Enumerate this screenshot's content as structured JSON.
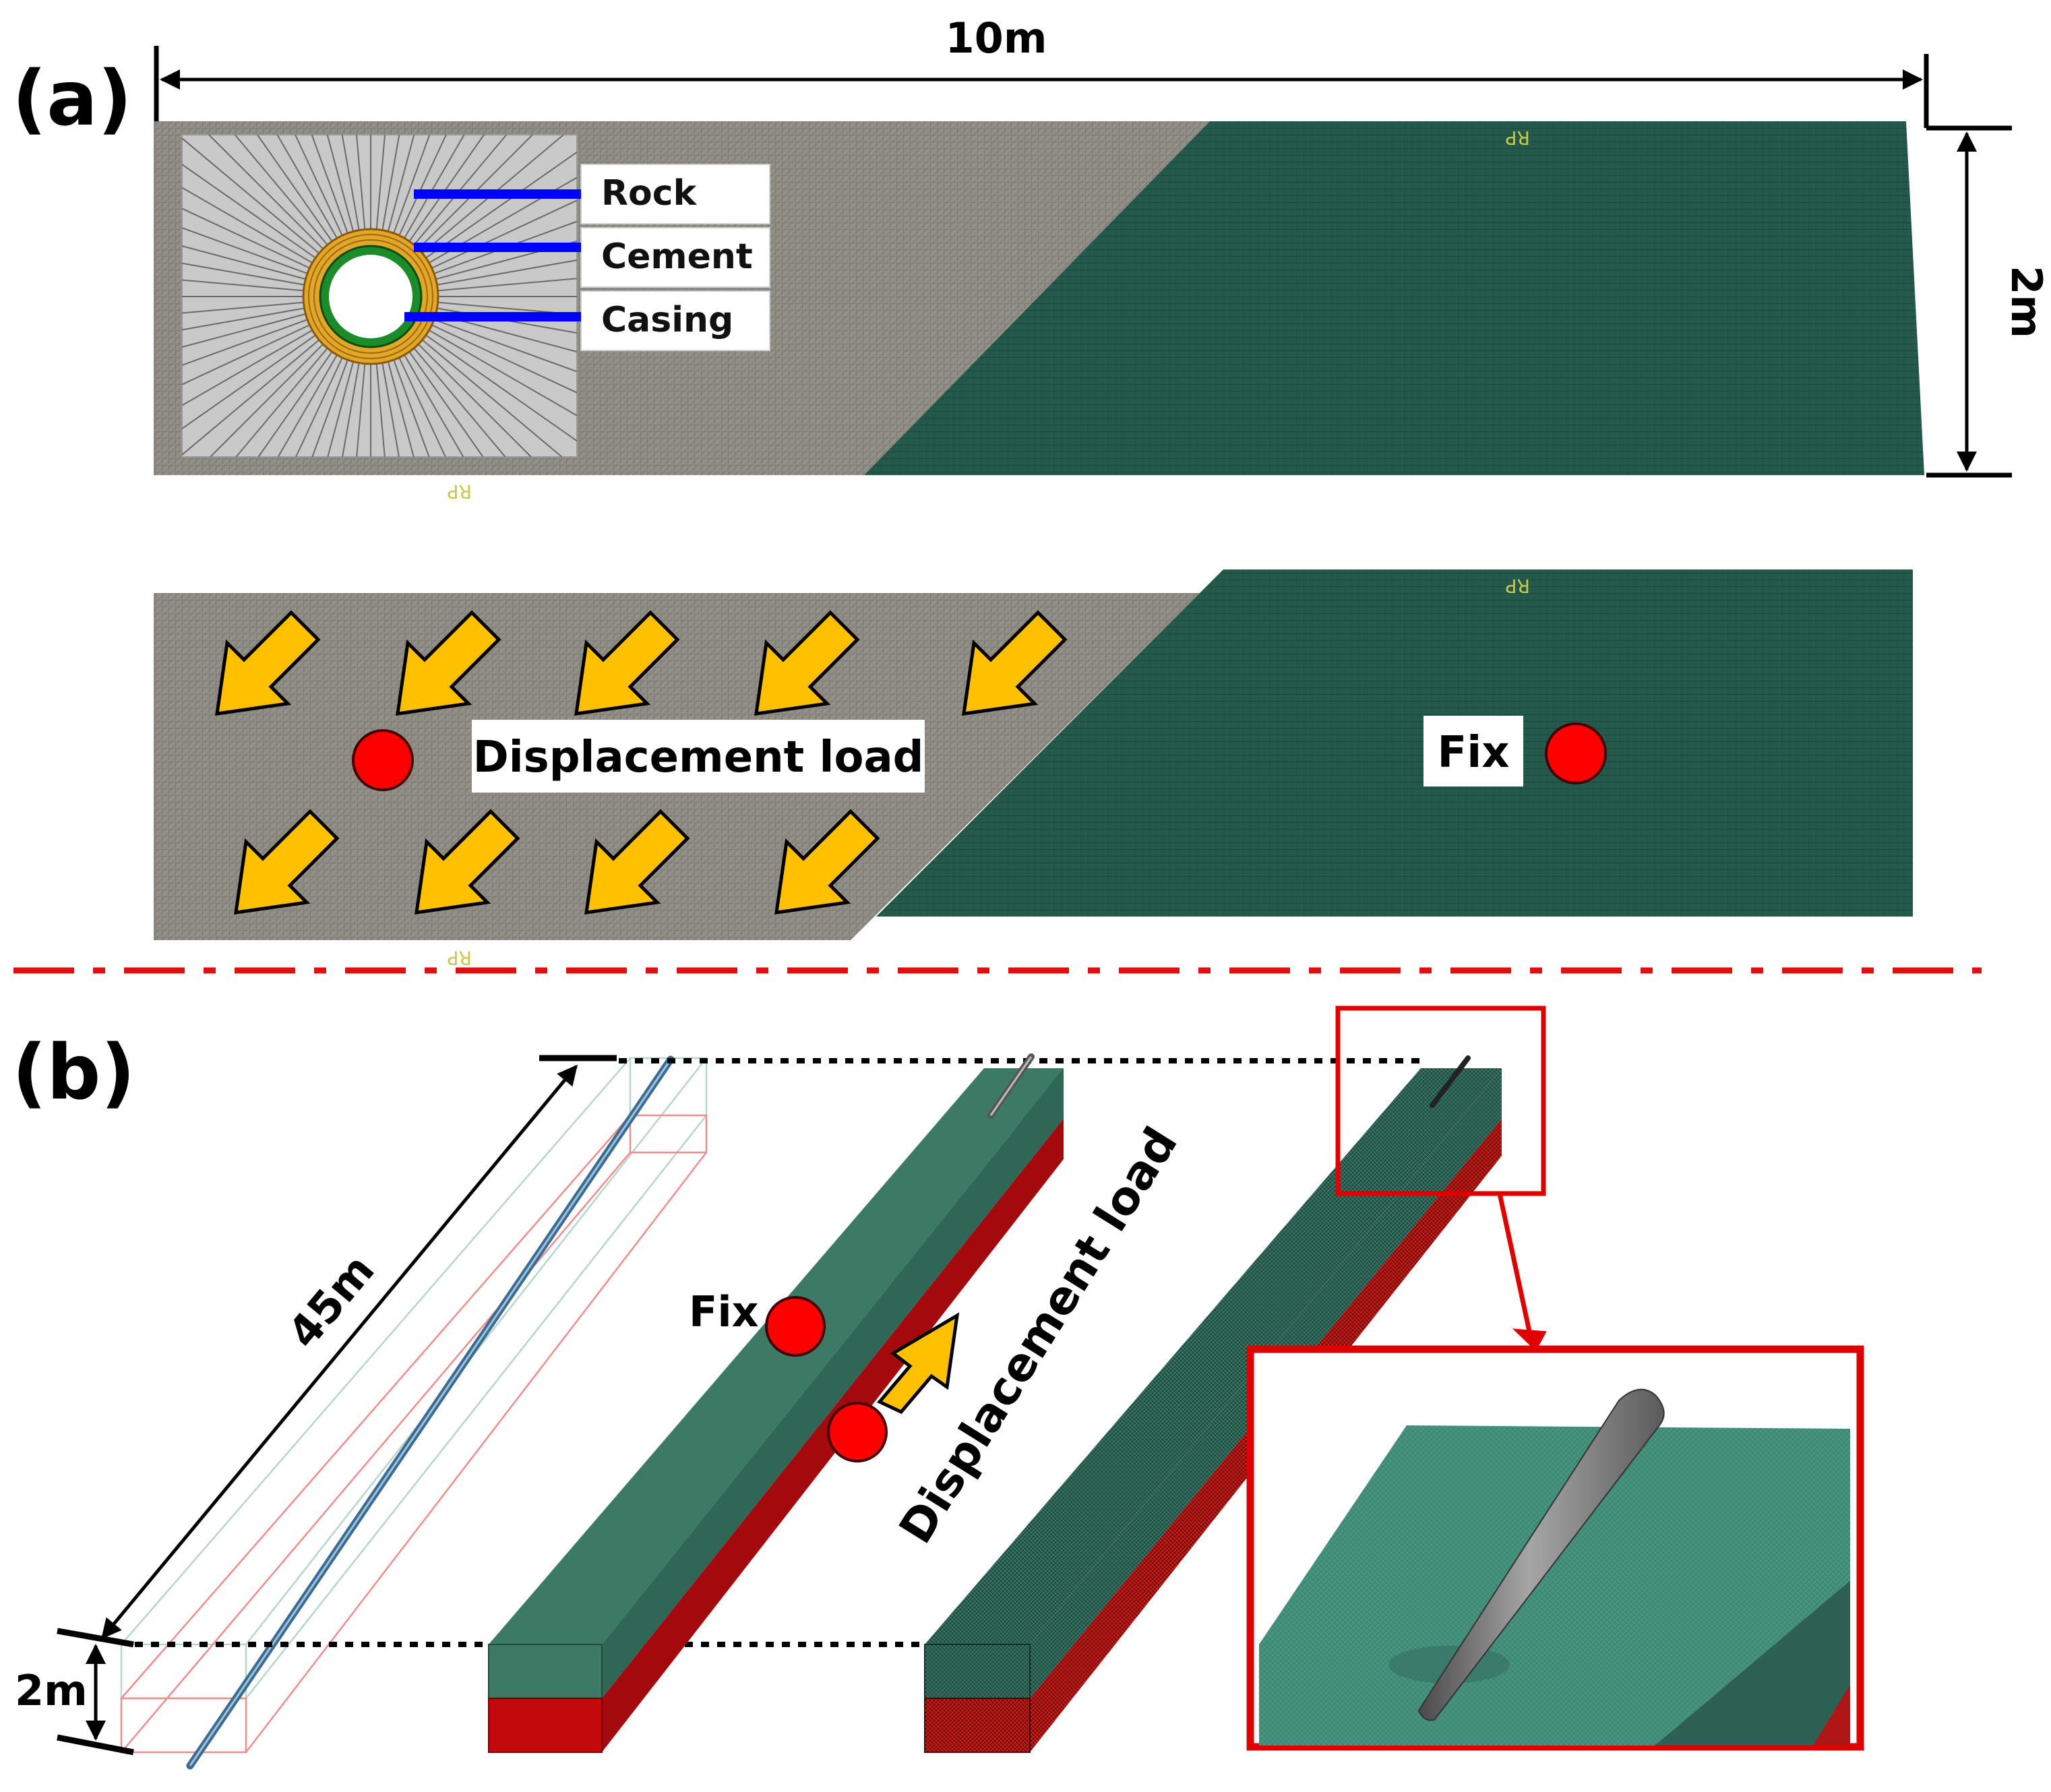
{
  "panel_a": {
    "tag": "(a)",
    "width_dim": "10m",
    "height_dim": "2m",
    "legend": [
      "Rock",
      "Cement",
      "Casing"
    ],
    "rp_marker": "RP",
    "load_label": "Displacement load",
    "fix_label": "Fix"
  },
  "panel_b": {
    "tag": "(b)",
    "length_dim": "45m",
    "height_dim": "2m",
    "fix_label": "Fix",
    "load_label": "Displacement load"
  },
  "colors": {
    "rock_mesh": "#8d8a82",
    "green_mesh": "#23584a",
    "green_solid": "#3c7a66",
    "red_solid": "#c4090d",
    "arrow_fill": "#ffc000",
    "fix_dot": "#ff0000",
    "dim_line_blue": "#0000ff",
    "cement": "#e3a628",
    "casing_ring": "#1c8c2a",
    "divider": "#e01010"
  }
}
